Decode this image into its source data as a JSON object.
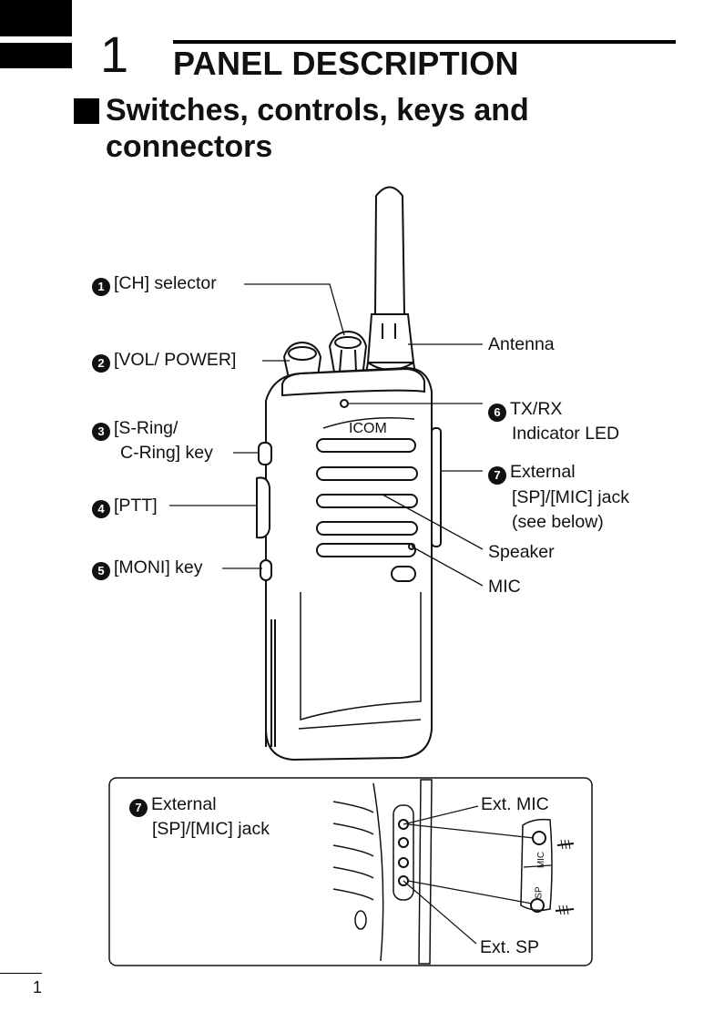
{
  "chapter": {
    "number": "1",
    "title": "PANEL DESCRIPTION"
  },
  "section": {
    "title": "Switches, controls, keys and connectors"
  },
  "callouts": {
    "ch_selector": {
      "num": "1",
      "label": "[CH] selector"
    },
    "vol_power": {
      "num": "2",
      "label": "[VOL/ POWER]"
    },
    "s_ring": {
      "num": "3",
      "line1": "[S-Ring/",
      "line2": "C-Ring] key"
    },
    "ptt": {
      "num": "4",
      "label": "[PTT]"
    },
    "moni": {
      "num": "5",
      "label": "[MONI] key"
    },
    "antenna": {
      "label": "Antenna"
    },
    "txrx": {
      "num": "6",
      "line1": "TX/RX",
      "line2": "Indicator LED"
    },
    "external": {
      "num": "7",
      "line1": "External",
      "line2": "[SP]/[MIC] jack",
      "line3": "(see below)"
    },
    "speaker": {
      "label": "Speaker"
    },
    "mic": {
      "label": "MIC"
    }
  },
  "radio": {
    "brand": "ICOM"
  },
  "inset": {
    "num": "7",
    "line1": "External",
    "line2": "[SP]/[MIC] jack",
    "ext_mic": "Ext. MIC",
    "ext_sp": "Ext. SP",
    "cap_mic": "MIC",
    "cap_sp": "SP"
  },
  "page": {
    "number": "1"
  }
}
